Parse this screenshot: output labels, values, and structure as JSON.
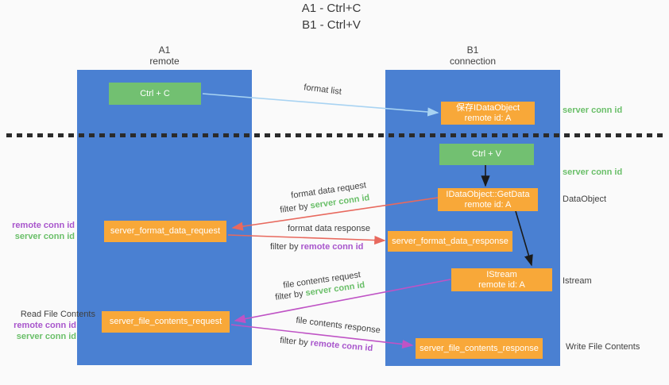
{
  "title": {
    "line1": "A1 - Ctrl+C",
    "line2": "B1 - Ctrl+V"
  },
  "lifelines": {
    "a1": {
      "name": "A1",
      "role": "remote"
    },
    "b1": {
      "name": "B1",
      "role": "connection"
    }
  },
  "nodes": {
    "ctrl_c": {
      "label": "Ctrl + C"
    },
    "ctrl_v": {
      "label": "Ctrl + V"
    },
    "save_idataobject": {
      "line1": "保存IDataObject",
      "line2": "remote id: A"
    },
    "getdata": {
      "line1": "IDataObject::GetData",
      "line2": "remote id: A"
    },
    "istream": {
      "line1": "IStream",
      "line2": "remote id: A"
    },
    "server_format_data_request": {
      "label": "server_format_data_request"
    },
    "server_format_data_response": {
      "label": "server_format_data_response"
    },
    "server_file_contents_request": {
      "label": "server_file_contents_request"
    },
    "server_file_contents_response": {
      "label": "server_file_contents_response"
    }
  },
  "arrows": {
    "format_list": {
      "label": "format list"
    },
    "format_data_request": {
      "label": "format data request",
      "filter_prefix": "filter by ",
      "filter_key": "server conn id"
    },
    "format_data_response": {
      "label": "format data response",
      "filter_prefix": "filter by ",
      "filter_key": "remote conn id"
    },
    "file_contents_request": {
      "label": "file contents request",
      "filter_prefix": "filter by ",
      "filter_key": "server conn id"
    },
    "file_contents_response": {
      "label": "file contents response",
      "filter_prefix": "filter by ",
      "filter_key": "remote conn id"
    }
  },
  "side_labels": {
    "b1_server_conn_top": "server conn id",
    "b1_server_conn_mid": "server conn id",
    "b1_dataobject": "DataObject",
    "b1_istream": "Istream",
    "b1_write_file_contents": "Write File Contents",
    "a1_remote_conn_format": "remote conn id",
    "a1_server_conn_format": "server conn id",
    "a1_read_file_contents": "Read File Contents",
    "a1_remote_conn_file": "remote conn id",
    "a1_server_conn_file": "server conn id"
  },
  "colors": {
    "lifeline_blue": "#4a80d2",
    "action_green": "#72c071",
    "message_orange": "#f8a839",
    "arrow_light_blue": "#a8d3f2",
    "arrow_red": "#e8695e",
    "arrow_magenta": "#bf53c5",
    "arrow_black": "#1a1a1a",
    "text_green": "#6abf69",
    "text_purple": "#a855cc",
    "text_dark": "#3c3c3c"
  }
}
